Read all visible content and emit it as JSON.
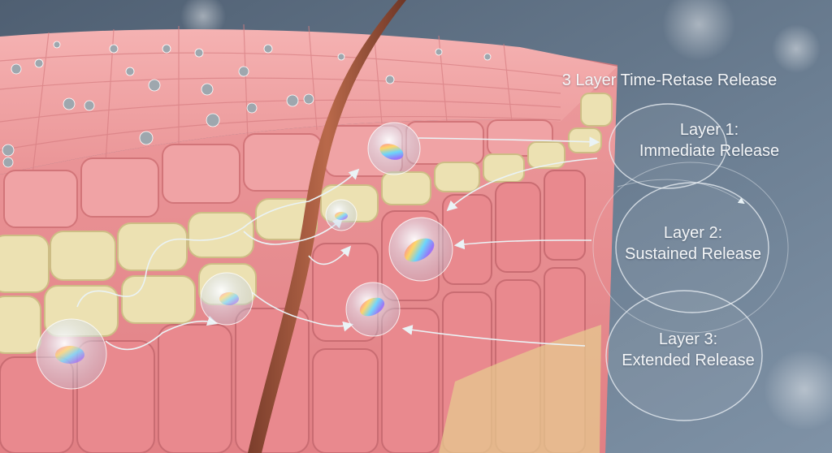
{
  "diagram": {
    "title": "3 Layer Time-Retase Release",
    "layers": [
      {
        "line1": "Layer 1:",
        "line2": "Immediate Release"
      },
      {
        "line1": "Layer 2:",
        "line2": "Sustained Release"
      },
      {
        "line1": "Layer 3:",
        "line2": "Extended Release"
      }
    ]
  },
  "colors": {
    "background": "#5d6f82",
    "skin_pink": "#e98f93",
    "skin_light": "#f3b6b6",
    "fat_layer": "#e8dcaa",
    "hair": "#a0553c",
    "label_text": "#f4f6f8"
  }
}
